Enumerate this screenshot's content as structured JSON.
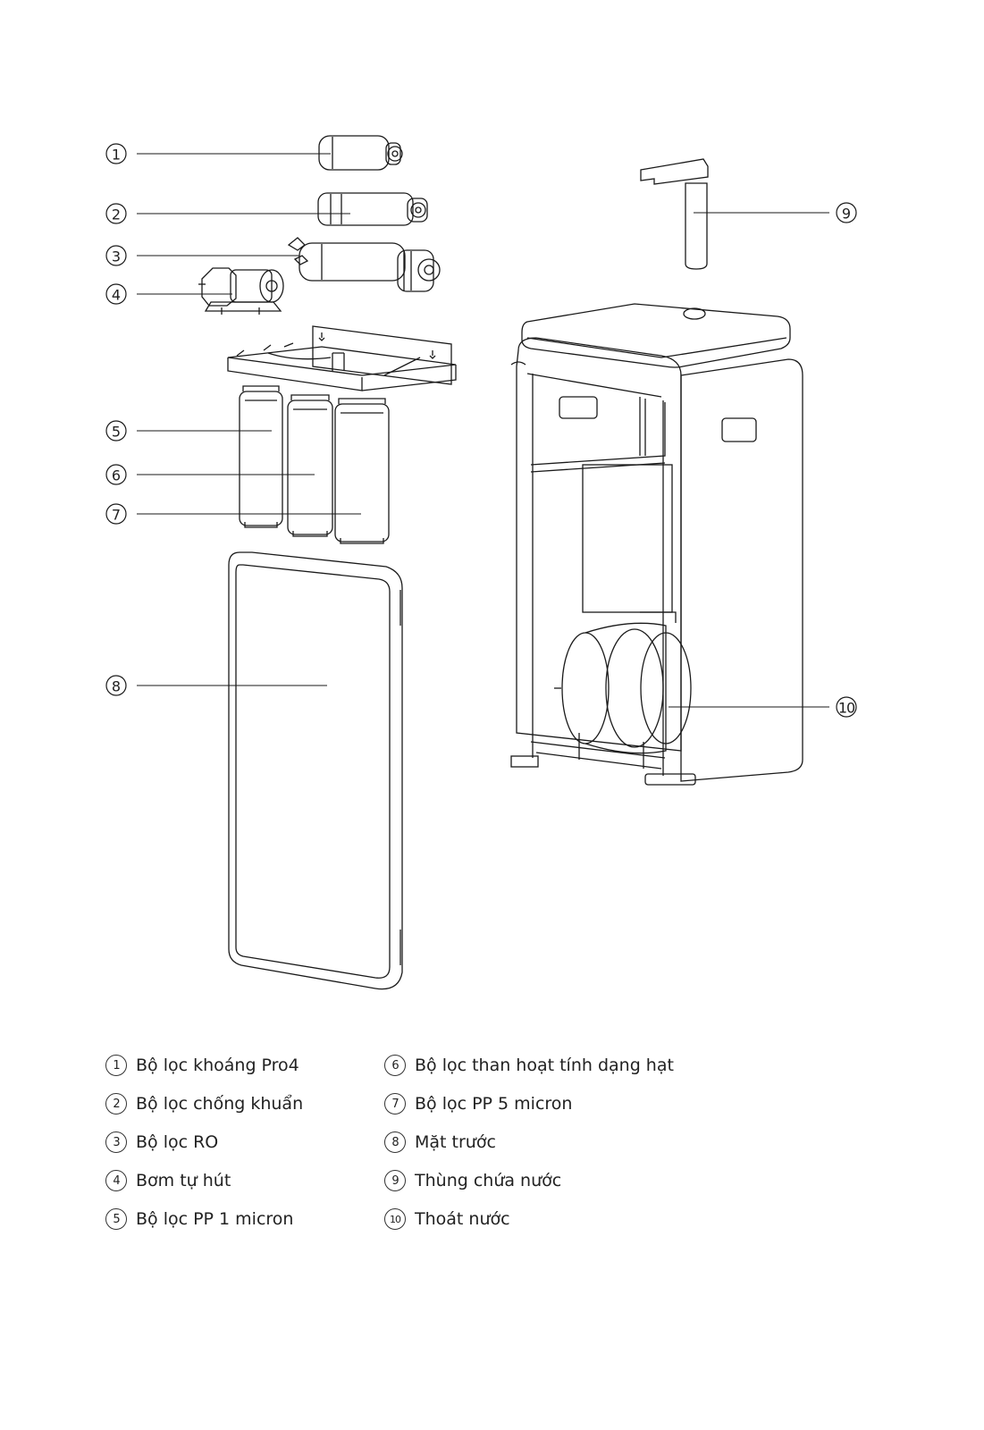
{
  "callouts": [
    {
      "num": "1",
      "label": "Bộ lọc khoáng Pro4"
    },
    {
      "num": "2",
      "label": "Bộ lọc chống khuẩn"
    },
    {
      "num": "3",
      "label": "Bộ lọc RO"
    },
    {
      "num": "4",
      "label": "Bơm tự hút"
    },
    {
      "num": "5",
      "label": "Bộ lọc PP 1 micron"
    },
    {
      "num": "6",
      "label": "Bộ lọc than hoạt tính dạng hạt"
    },
    {
      "num": "7",
      "label": "Bộ lọc PP 5 micron"
    },
    {
      "num": "8",
      "label": "Mặt trước"
    },
    {
      "num": "9",
      "label": "Thùng chứa nước"
    },
    {
      "num": "10",
      "label": "Thoát nước"
    }
  ],
  "colors": {
    "line": "#1a1a1a",
    "text": "#222222",
    "background": "#ffffff"
  }
}
